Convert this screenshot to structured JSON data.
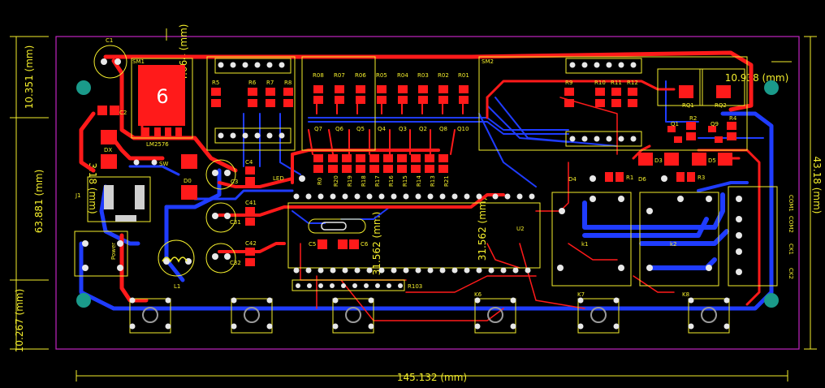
{
  "dimensions": {
    "left_top": "10.351 (mm)",
    "left_mid": "63.881 (mm)",
    "left_bot": "10.267 (mm)",
    "right": "43.18 (mm)",
    "bottom": "145.132 (mm)",
    "top_small": "4.064 (mm)",
    "upper_right": "10.938 (mm)",
    "jack_dim": "3.18 (mm)",
    "crystal_dim": "31.562 (mm)",
    "u2_dim": "31.562 (mm)"
  },
  "regulator_label": "6",
  "labels": {
    "c1": "C1",
    "sm1": "SM1",
    "c2": "C2",
    "dx": "DX",
    "lm": "LM2576",
    "sw": "SW",
    "j1": "J1",
    "power": "Power",
    "d0": "D0",
    "l1": "L1",
    "c3": "C3",
    "c4": "C4",
    "c31": "C31",
    "c41": "C41",
    "c32": "C32",
    "c42": "C42",
    "led": "LED",
    "r5": "R5",
    "r6": "R6",
    "r7": "R7",
    "r8": "R8",
    "r08": "R08",
    "r07": "R07",
    "r06": "R06",
    "r05": "R05",
    "r04": "R04",
    "r03": "R03",
    "r02": "R02",
    "r01": "R01",
    "q7": "Q7",
    "q6": "Q6",
    "q5": "Q5",
    "q4": "Q4",
    "q3": "Q3",
    "q2": "Q2",
    "q8": "Q8",
    "q10": "Q10",
    "r0": "R0",
    "r20": "R20",
    "r19": "R19",
    "r18": "R18",
    "r17": "R17",
    "r16": "R16",
    "r15": "R15",
    "r14": "R14",
    "r13": "R13",
    "r21": "R21",
    "c5": "C5",
    "c6": "C6",
    "u2": "U2",
    "r103": "R103",
    "sm2": "SM2",
    "r9": "R9",
    "r10": "R10",
    "r11": "R11",
    "r12": "R12",
    "rq1": "RQ1",
    "rq2": "RQ2",
    "q1": "Q1",
    "q9": "Q9",
    "r2": "R2",
    "r4": "R4",
    "d3": "D3",
    "d5": "D5",
    "d4": "D4",
    "d6": "D6",
    "r1": "R1",
    "r3": "R3",
    "k1": "k1",
    "k2": "k2",
    "com1": "COM1",
    "com2": "COM2",
    "ck1": "CK1",
    "ck2": "CK2",
    "k6": "K6",
    "k7": "K7",
    "k8": "K8"
  },
  "colors": {
    "background": "#000000",
    "outline": "#c026c0",
    "top_copper": "#ff1a1a",
    "bottom_copper": "#1f3cff",
    "silkscreen": "#f4ee2c",
    "pad": "#e8e8e8",
    "mount_hole": "#1a9a8a"
  }
}
